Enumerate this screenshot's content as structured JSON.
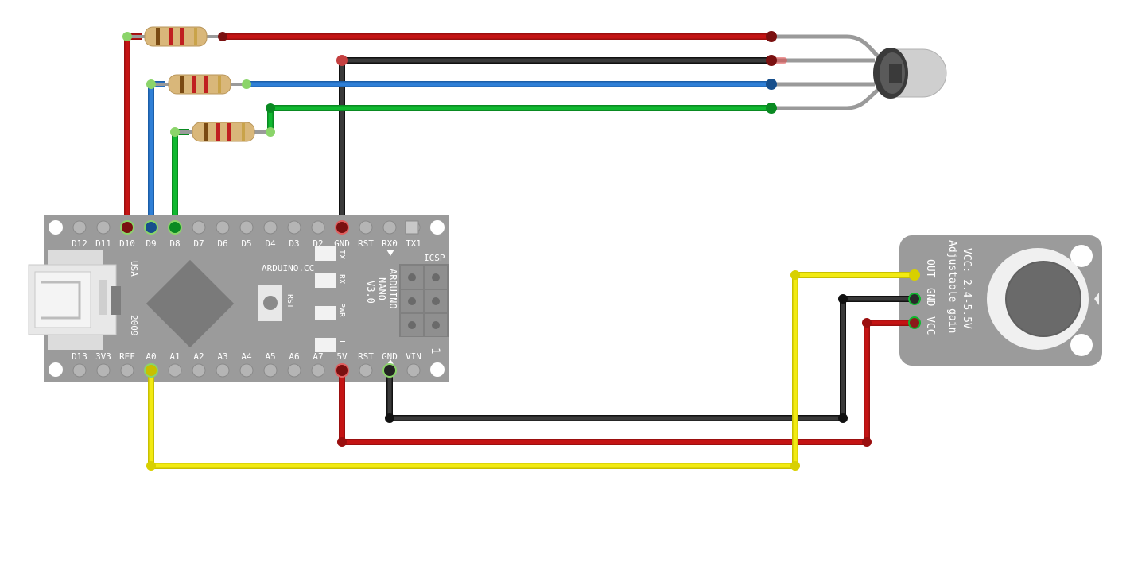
{
  "nano": {
    "top_pins": [
      "D12",
      "D11",
      "D10",
      "D9",
      "D8",
      "D7",
      "D6",
      "D5",
      "D4",
      "D3",
      "D2",
      "GND",
      "RST",
      "RX0",
      "TX1"
    ],
    "bottom_pins": [
      "D13",
      "3V3",
      "REF",
      "A0",
      "A1",
      "A2",
      "A3",
      "A4",
      "A5",
      "A6",
      "A7",
      "5V",
      "RST",
      "GND",
      "VIN"
    ],
    "brand": "ARDUINO.CC",
    "name_lines": [
      "ARDUINO",
      "NANO",
      "V3.0"
    ],
    "usa": "USA",
    "year": "2009",
    "rst_button": "RST",
    "icsp": "ICSP",
    "led_labels": [
      "TX",
      "RX",
      "PWR",
      "L"
    ],
    "icsp_pin1": "1"
  },
  "mic": {
    "spec_line1": "VCC: 2.4-5.5V",
    "spec_line2": "Adjustable gain",
    "pins": [
      "OUT",
      "GND",
      "VCC"
    ]
  },
  "wire_colors": {
    "red": "#c41414",
    "black": "#2a2a2a",
    "blue": "#2f7fd6",
    "green": "#10b830",
    "yellow": "#f2ea12",
    "lead": "#9a9a9a"
  },
  "board_color": "#9b9b9b"
}
